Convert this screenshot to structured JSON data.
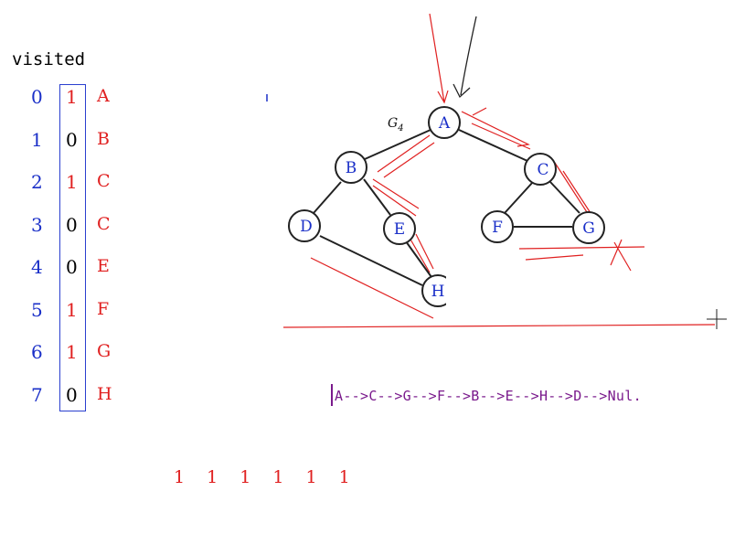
{
  "visited": {
    "title": "visited",
    "rows": [
      {
        "index": "0",
        "value": "1",
        "label": "A",
        "value_color": "#e02020"
      },
      {
        "index": "1",
        "value": "0",
        "label": "B",
        "value_color": "#000000"
      },
      {
        "index": "2",
        "value": "1",
        "label": "C",
        "value_color": "#e02020"
      },
      {
        "index": "3",
        "value": "0",
        "label": "C",
        "value_color": "#000000"
      },
      {
        "index": "4",
        "value": "0",
        "label": "E",
        "value_color": "#000000"
      },
      {
        "index": "5",
        "value": "1",
        "label": "F",
        "value_color": "#e02020"
      },
      {
        "index": "6",
        "value": "1",
        "label": "G",
        "value_color": "#e02020"
      },
      {
        "index": "7",
        "value": "0",
        "label": "H",
        "value_color": "#000000"
      }
    ]
  },
  "graph": {
    "name": "G4",
    "nodes": [
      "A",
      "B",
      "C",
      "D",
      "E",
      "F",
      "G",
      "H"
    ]
  },
  "traversal_sequence": "A-->C-->G-->F-->B-->E-->H-->D-->Nul.",
  "bottom_marks": "1 1 1 1 1 1",
  "colors": {
    "index": "#1a2fc8",
    "label": "#e02020",
    "node_text": "#1a2fc8",
    "annotation": "#e02020",
    "sequence": "#7a1a8c"
  }
}
